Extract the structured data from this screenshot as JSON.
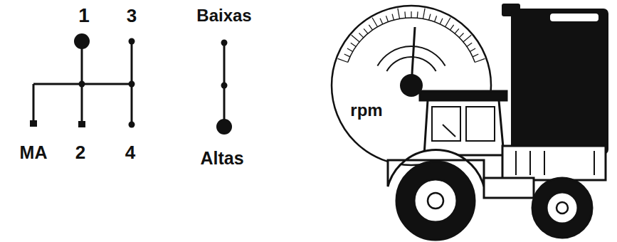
{
  "diagram": {
    "labels": [
      "1",
      "3",
      "Baixas",
      "MA",
      "2",
      "4",
      "Altas",
      "rpm"
    ]
  }
}
